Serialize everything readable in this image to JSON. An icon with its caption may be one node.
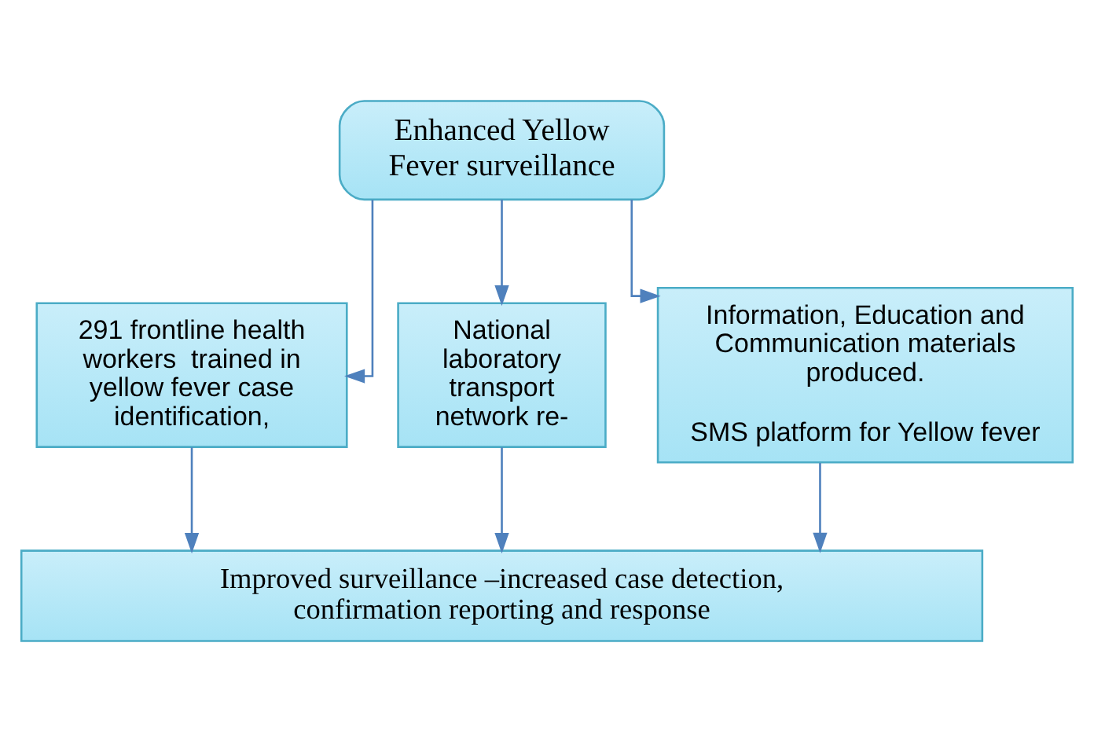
{
  "diagram": {
    "nodes": [
      {
        "text": [
          "Enhanced Yellow Fever surveillance"
        ]
      },
      {
        "text": [
          "291 frontline health workers  trained in yellow fever case identification,"
        ]
      },
      {
        "text": [
          "National laboratory transport network re-"
        ]
      },
      {
        "text": [
          "Information, Education and Communication materials produced.",
          "SMS platform for Yellow fever"
        ]
      },
      {
        "text": [
          "Improved surveillance –increased case detection, confirmation reporting and response"
        ]
      }
    ],
    "edges": [
      {
        "from": 0,
        "to": 1,
        "arrow": "to"
      },
      {
        "from": 0,
        "to": 2,
        "arrow": "to"
      },
      {
        "from": 0,
        "to": 3,
        "arrow": "to"
      },
      {
        "from": 1,
        "to": 4,
        "arrow": "to"
      },
      {
        "from": 2,
        "to": 4,
        "arrow": "to"
      },
      {
        "from": 3,
        "to": 4,
        "arrow": "to"
      }
    ]
  }
}
